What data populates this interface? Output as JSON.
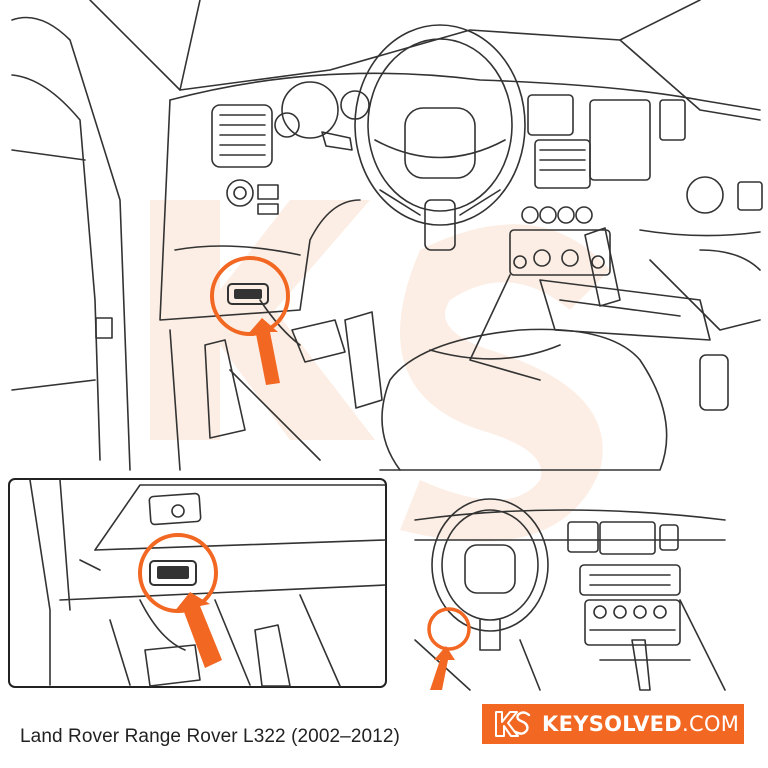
{
  "caption": "Land Rover Range Rover L322 (2002–2012)",
  "brand": {
    "name": "KEYSOLVED",
    "suffix": ".COM",
    "logo_letters": "KS",
    "color": "#f26722"
  },
  "colors": {
    "accent": "#f26722",
    "line": "#333333",
    "watermark": "#f6d6c2"
  },
  "icons": [
    "obd-port-icon",
    "pointer-arrow-icon",
    "brand-logo-icon"
  ]
}
